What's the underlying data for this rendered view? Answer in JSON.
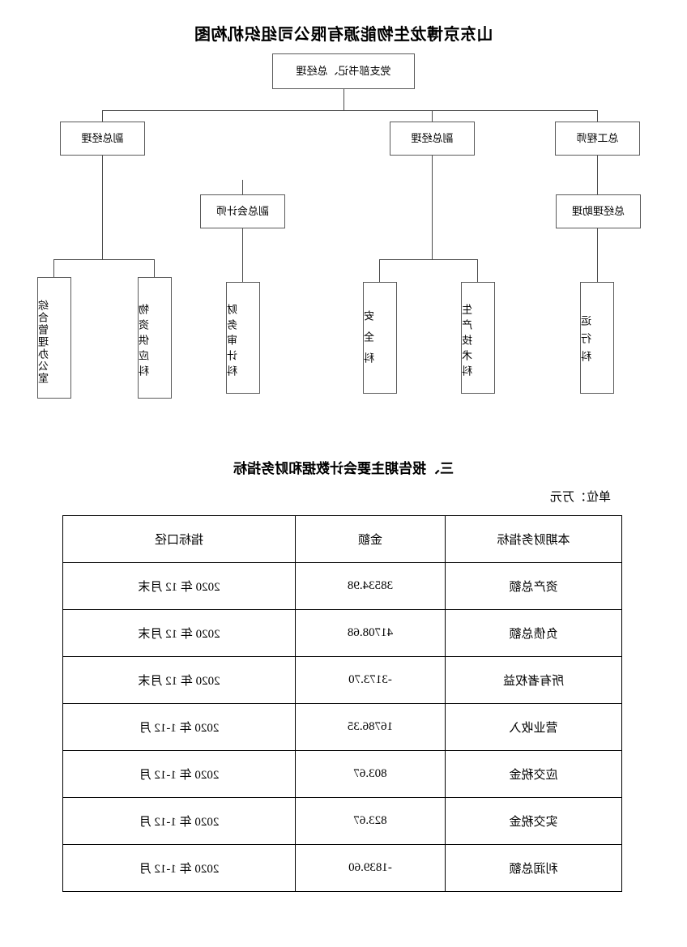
{
  "orgchart": {
    "title": "山东京博龙生物能源有限公司组织机构图",
    "level1": {
      "label": "党支部书记、总经理"
    },
    "level2": [
      {
        "label": "总工程师"
      },
      {
        "label": "副总经理"
      },
      {
        "label": "副总经理"
      }
    ],
    "level3": [
      {
        "label": "总经理助理"
      },
      {
        "label": "副总会计师"
      }
    ],
    "departments": [
      {
        "label": "运行科"
      },
      {
        "label": "生产技术科"
      },
      {
        "label": "安全科"
      },
      {
        "label": "财务审计科"
      },
      {
        "label": "物资供应科"
      },
      {
        "label": "综合管理办公室"
      }
    ]
  },
  "financial": {
    "heading": "三、报告期主要会计数据和财务指标",
    "unit": "单位：万元",
    "columns": [
      "本期财务指标",
      "金额",
      "指标口径"
    ],
    "rows": [
      {
        "indicator": "资产总额",
        "amount": "38534.98",
        "caliber": "2020 年 12 月末"
      },
      {
        "indicator": "负债总额",
        "amount": "41708.68",
        "caliber": "2020 年 12 月末"
      },
      {
        "indicator": "所有者权益",
        "amount": "-3173.70",
        "caliber": "2020 年 12 月末"
      },
      {
        "indicator": "营业收入",
        "amount": "16786.35",
        "caliber": "2020 年 1-12 月"
      },
      {
        "indicator": "应交税金",
        "amount": "803.67",
        "caliber": "2020 年 1-12 月"
      },
      {
        "indicator": "实交税金",
        "amount": "823.67",
        "caliber": "2020 年 1-12 月"
      },
      {
        "indicator": "利润总额",
        "amount": "-1839.60",
        "caliber": "2020 年 1-12 月"
      }
    ]
  }
}
